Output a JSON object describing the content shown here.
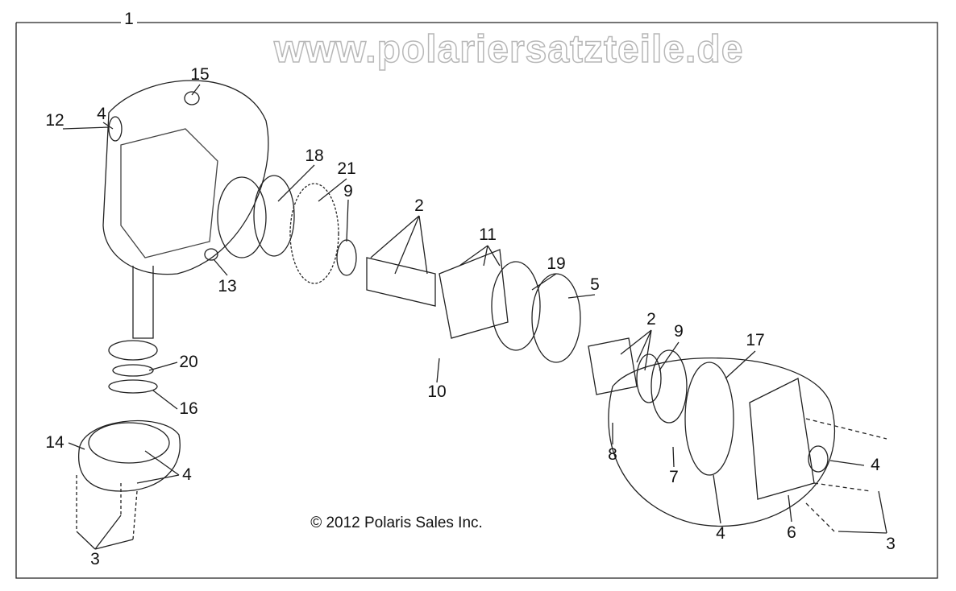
{
  "callouts": [
    {
      "id": "c1",
      "label": "1"
    },
    {
      "id": "c15",
      "label": "15"
    },
    {
      "id": "c12",
      "label": "12"
    },
    {
      "id": "c4a",
      "label": "4"
    },
    {
      "id": "c18",
      "label": "18"
    },
    {
      "id": "c21",
      "label": "21"
    },
    {
      "id": "c9a",
      "label": "9"
    },
    {
      "id": "c2a",
      "label": "2"
    },
    {
      "id": "c11",
      "label": "11"
    },
    {
      "id": "c19",
      "label": "19"
    },
    {
      "id": "c5",
      "label": "5"
    },
    {
      "id": "c13",
      "label": "13"
    },
    {
      "id": "c2b",
      "label": "2"
    },
    {
      "id": "c9b",
      "label": "9"
    },
    {
      "id": "c17",
      "label": "17"
    },
    {
      "id": "c20",
      "label": "20"
    },
    {
      "id": "c16",
      "label": "16"
    },
    {
      "id": "c10",
      "label": "10"
    },
    {
      "id": "c14",
      "label": "14"
    },
    {
      "id": "c4b",
      "label": "4"
    },
    {
      "id": "c8",
      "label": "8"
    },
    {
      "id": "c7",
      "label": "7"
    },
    {
      "id": "c4c",
      "label": "4"
    },
    {
      "id": "c3a",
      "label": "3"
    },
    {
      "id": "c6",
      "label": "6"
    },
    {
      "id": "c4d",
      "label": "4"
    },
    {
      "id": "c3b",
      "label": "3"
    }
  ],
  "copyright": "© 2012 Polaris Sales Inc.",
  "watermark": "www.polariersatzteile.de"
}
